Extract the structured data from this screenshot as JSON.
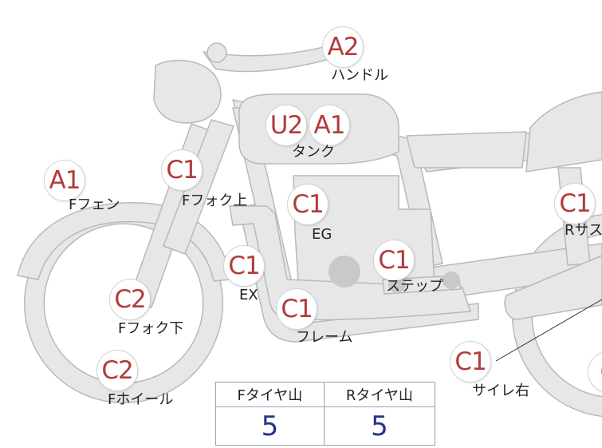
{
  "colors": {
    "bike_fill": "#e6e7e6",
    "bike_stroke": "#b8b9b8",
    "engine_spot": "#c9c9c9",
    "grade_text": "#b23b3b",
    "tire_value": "#27318b"
  },
  "badges": [
    {
      "grade": "A2",
      "label": "ハンドル"
    },
    {
      "grade": "U2",
      "label": ""
    },
    {
      "grade": "A1",
      "label": "タンク"
    },
    {
      "grade": "C1",
      "label": "Fフォク上"
    },
    {
      "grade": "A1",
      "label": "Fフェン"
    },
    {
      "grade": "C1",
      "label": "EG"
    },
    {
      "grade": "C1",
      "label": "EX"
    },
    {
      "grade": "C1",
      "label": "ステップ"
    },
    {
      "grade": "C2",
      "label": "Fフォク下"
    },
    {
      "grade": "C1",
      "label": "フレーム"
    },
    {
      "grade": "C2",
      "label": "Fホイール"
    },
    {
      "grade": "C1",
      "label": "Rサス"
    },
    {
      "grade": "C1",
      "label": "サイレ右"
    },
    {
      "grade": "C",
      "label": ""
    }
  ],
  "tire_table": {
    "headers": [
      "Fタイヤ山",
      "Rタイヤ山"
    ],
    "values": [
      "5",
      "5"
    ]
  }
}
